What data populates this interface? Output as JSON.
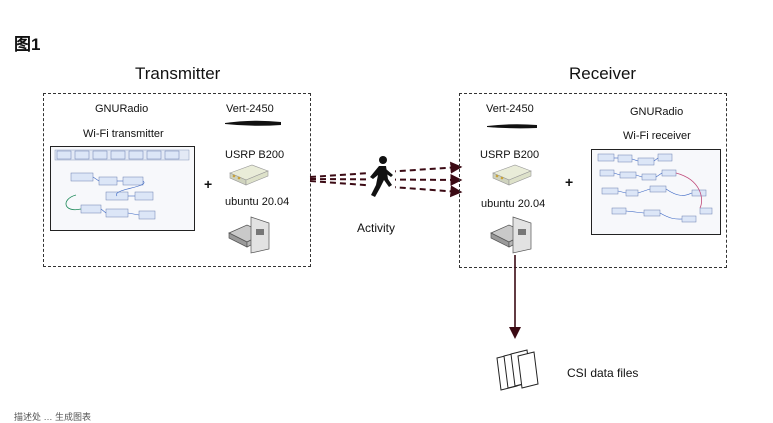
{
  "figure_label": "图1",
  "transmitter": {
    "title": "Transmitter",
    "software_name": "GNURadio",
    "software_desc": "Wi-Fi transmitter",
    "antenna": "Vert-2450",
    "radio": "USRP B200",
    "os": "ubuntu 20.04",
    "plus": "+"
  },
  "receiver": {
    "title": "Receiver",
    "software_name": "GNURadio",
    "software_desc": "Wi-Fi receiver",
    "antenna": "Vert-2450",
    "radio": "USRP B200",
    "os": "ubuntu 20.04",
    "plus": "+"
  },
  "activity_label": "Activity",
  "output_label": "CSI data files",
  "footer_text": "描述处 … 生成图表",
  "colors": {
    "arrow": "#3b0a14",
    "border": "#333333"
  },
  "icons": [
    "antenna-icon",
    "usrp-device-icon",
    "computer-icon",
    "walking-person-icon",
    "document-stack-icon"
  ]
}
